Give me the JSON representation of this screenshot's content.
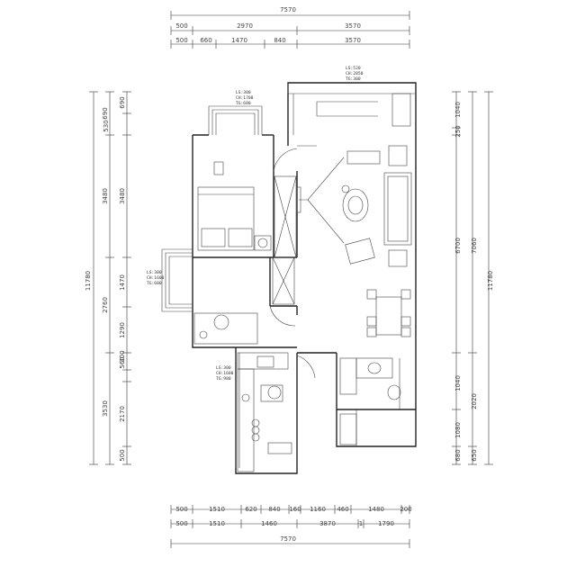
{
  "dimensions": {
    "top_total": "7570",
    "top_row1": [
      "500",
      "2970",
      "3570"
    ],
    "top_row2": [
      "500",
      "660",
      "1470",
      "840",
      "3570"
    ],
    "bottom_row1": [
      "500",
      "1510",
      "620",
      "840",
      "160",
      "1160",
      "460",
      "1480",
      "200"
    ],
    "bottom_row2": [
      "500",
      "1510",
      "1460",
      "3870",
      "1",
      "1790"
    ],
    "bottom_total": "7570",
    "left_outer": [
      "690",
      "3480",
      "2760",
      "3530"
    ],
    "left_inner": [
      "530",
      "690",
      "3480",
      "1470",
      "1290",
      "560",
      "300",
      "2170",
      "500"
    ],
    "left_total": "11780",
    "right_inner": [
      "1040",
      "250",
      "6700",
      "1040",
      "1080",
      "680"
    ],
    "right_outer": [
      "7060",
      "2020",
      "650"
    ],
    "right_total": "11780"
  },
  "window_notes": {
    "top_bedroom": [
      "LS:300",
      "CH:1700",
      "TG:600"
    ],
    "top_living": [
      "LS:520",
      "CH:2050",
      "TG:300"
    ],
    "left_room": [
      "LS:300",
      "CH:1600",
      "TG:600"
    ],
    "kitchen": [
      "LS:300",
      "CH:1600",
      "TG:980"
    ]
  },
  "colors": {
    "wall": "#222222",
    "line": "#444444",
    "background": "#ffffff"
  }
}
